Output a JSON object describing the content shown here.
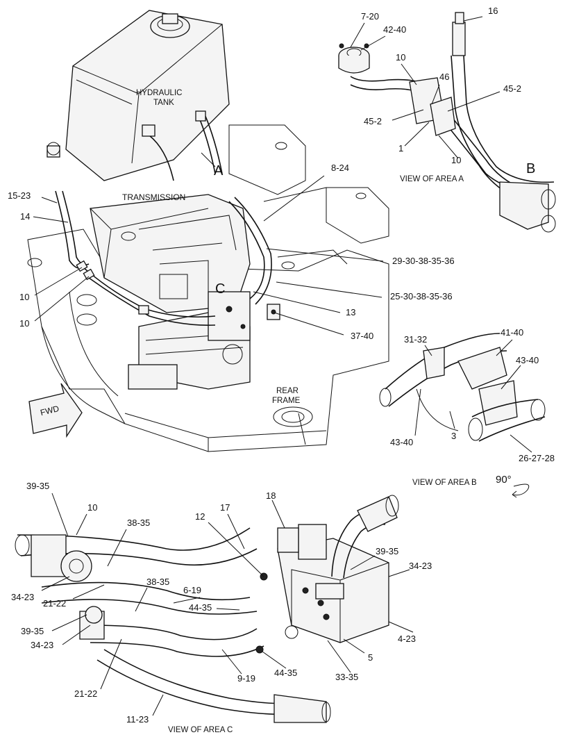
{
  "captions": {
    "hydraulic_tank_1": "HYDRAULIC",
    "hydraulic_tank_2": "TANK",
    "transmission": "TRANSMISSION",
    "rear_frame_1": "REAR",
    "rear_frame_2": "FRAME",
    "fwd": "FWD",
    "view_a": "VIEW OF AREA A",
    "view_b": "VIEW OF AREA B",
    "view_b_rotation": "90°",
    "view_c": "VIEW OF AREA C"
  },
  "area_markers": {
    "a": "A",
    "b": "B",
    "c": "C"
  },
  "main_labels": {
    "l_15_23": "15-23",
    "l_14": "14",
    "l_10_upper": "10",
    "l_10_lower": "10",
    "l_8_24": "8-24",
    "l_29_30": "29-30-38-35-36",
    "l_25_30": "25-30-38-35-36",
    "l_13": "13",
    "l_37_40": "37-40"
  },
  "area_a_labels": {
    "l_7_20": "7-20",
    "l_42_40": "42-40",
    "l_16": "16",
    "l_10_top": "10",
    "l_46": "46",
    "l_45_2_right": "45-2",
    "l_45_2_left": "45-2",
    "l_1": "1",
    "l_10_bottom": "10"
  },
  "area_b_labels": {
    "l_31_32": "31-32",
    "l_41_40": "41-40",
    "l_43_40_right": "43-40",
    "l_43_40_left": "43-40",
    "l_3": "3",
    "l_26_27_28": "26-27-28"
  },
  "area_c_labels": {
    "l_39_35_top": "39-35",
    "l_10": "10",
    "l_38_35_top": "38-35",
    "l_12": "12",
    "l_17": "17",
    "l_18": "18",
    "l_39_35_right": "39-35",
    "l_34_23_right": "34-23",
    "l_34_23_left": "34-23",
    "l_21_22_top": "21-22",
    "l_38_35_mid": "38-35",
    "l_6_19": "6-19",
    "l_44_35_top": "44-35",
    "l_4_23": "4-23",
    "l_39_35_left": "39-35",
    "l_34_23_low": "34-23",
    "l_5": "5",
    "l_44_35_low": "44-35",
    "l_33_35": "33-35",
    "l_9_19": "9-19",
    "l_21_22_low": "21-22",
    "l_11_23": "11-23"
  }
}
